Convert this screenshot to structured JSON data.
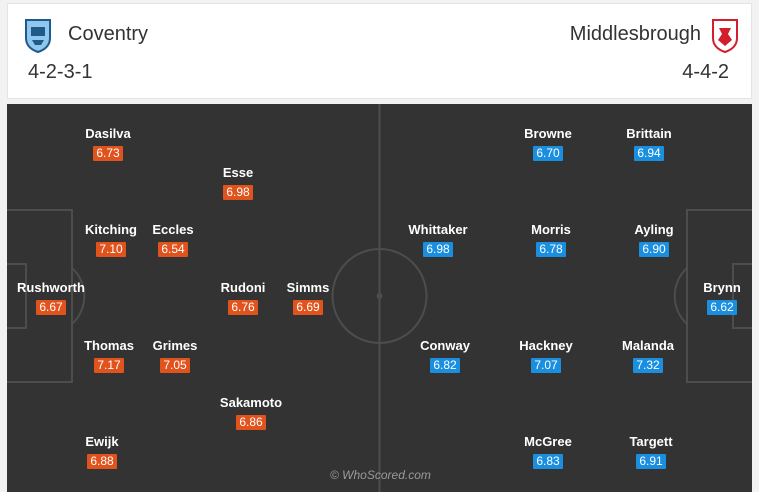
{
  "home": {
    "name": "Coventry",
    "formation": "4-2-3-1",
    "rating_color": "#e0531c",
    "crest_icon": "coventry-crest-icon",
    "players": [
      {
        "name": "Dasilva",
        "rating": "6.73"
      },
      {
        "name": "Esse",
        "rating": "6.98"
      },
      {
        "name": "Kitching",
        "rating": "7.10"
      },
      {
        "name": "Eccles",
        "rating": "6.54"
      },
      {
        "name": "Rushworth",
        "rating": "6.67"
      },
      {
        "name": "Rudoni",
        "rating": "6.76"
      },
      {
        "name": "Simms",
        "rating": "6.69"
      },
      {
        "name": "Thomas",
        "rating": "7.17"
      },
      {
        "name": "Grimes",
        "rating": "7.05"
      },
      {
        "name": "Sakamoto",
        "rating": "6.86"
      },
      {
        "name": "Ewijk",
        "rating": "6.88"
      }
    ]
  },
  "away": {
    "name": "Middlesbrough",
    "formation": "4-4-2",
    "rating_color": "#1a8fe0",
    "crest_icon": "middlesbrough-crest-icon",
    "players": [
      {
        "name": "Browne",
        "rating": "6.70"
      },
      {
        "name": "Brittain",
        "rating": "6.94"
      },
      {
        "name": "Whittaker",
        "rating": "6.98"
      },
      {
        "name": "Morris",
        "rating": "6.78"
      },
      {
        "name": "Ayling",
        "rating": "6.90"
      },
      {
        "name": "Brynn",
        "rating": "6.62"
      },
      {
        "name": "Conway",
        "rating": "6.82"
      },
      {
        "name": "Hackney",
        "rating": "7.07"
      },
      {
        "name": "Malanda",
        "rating": "7.32"
      },
      {
        "name": "McGree",
        "rating": "6.83"
      },
      {
        "name": "Targett",
        "rating": "6.91"
      }
    ]
  },
  "watermark": "© WhoScored.com"
}
